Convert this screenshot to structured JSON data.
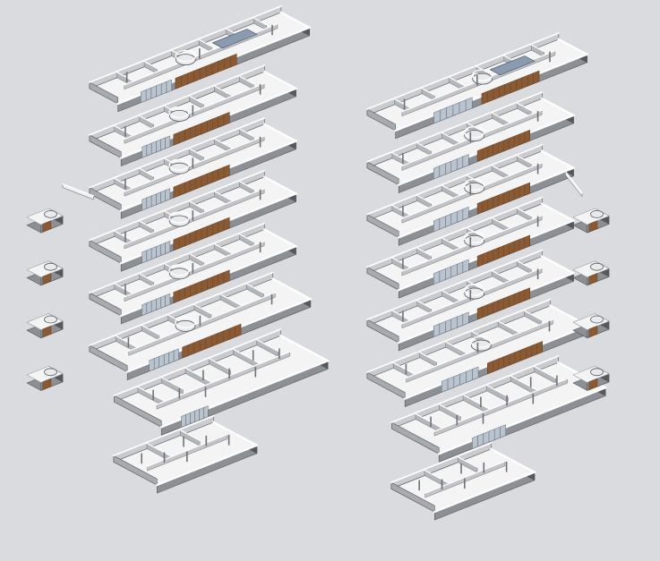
{
  "colors": {
    "background": "#d9dbde",
    "floor": "#f4f4f4",
    "wall_face": "#8c8f94",
    "wall_top": "#ffffff",
    "wall_dark": "#55585d",
    "timber": "#8a5a34",
    "glass": "#b9c4cf",
    "glass_dark": "#5f6b78",
    "column": "#6e7176"
  },
  "diagram": {
    "type": "exploded-axonometric-floor-plans",
    "stacks": [
      {
        "name": "stack-left",
        "levels": [
          {
            "level": 1,
            "kind": "roof-level",
            "bridge": false,
            "pavilion": false,
            "timber": true,
            "skylight": true
          },
          {
            "level": 2,
            "kind": "upper-floor",
            "bridge": false,
            "pavilion": false,
            "timber": true,
            "skylight": false
          },
          {
            "level": 3,
            "kind": "upper-floor",
            "bridge": true,
            "pavilion": true,
            "timber": true,
            "skylight": false
          },
          {
            "level": 4,
            "kind": "upper-floor",
            "bridge": false,
            "pavilion": true,
            "timber": true,
            "skylight": false
          },
          {
            "level": 5,
            "kind": "upper-floor",
            "bridge": false,
            "pavilion": true,
            "timber": true,
            "skylight": false
          },
          {
            "level": 6,
            "kind": "ground-floor",
            "bridge": false,
            "pavilion": true,
            "timber": true,
            "skylight": false
          },
          {
            "level": 7,
            "kind": "basement",
            "bridge": false,
            "pavilion": false,
            "timber": false,
            "skylight": false
          },
          {
            "level": 8,
            "kind": "lower-basement",
            "bridge": false,
            "pavilion": false,
            "timber": false,
            "skylight": false
          }
        ]
      },
      {
        "name": "stack-right",
        "levels": [
          {
            "level": 1,
            "kind": "roof-level",
            "bridge": false,
            "pavilion": false,
            "timber": true,
            "skylight": true
          },
          {
            "level": 2,
            "kind": "upper-floor",
            "bridge": false,
            "pavilion": false,
            "timber": true,
            "skylight": false
          },
          {
            "level": 3,
            "kind": "upper-floor",
            "bridge": true,
            "pavilion": true,
            "timber": true,
            "skylight": false
          },
          {
            "level": 4,
            "kind": "upper-floor",
            "bridge": false,
            "pavilion": true,
            "timber": true,
            "skylight": false
          },
          {
            "level": 5,
            "kind": "upper-floor",
            "bridge": false,
            "pavilion": true,
            "timber": true,
            "skylight": false
          },
          {
            "level": 6,
            "kind": "ground-floor",
            "bridge": false,
            "pavilion": true,
            "timber": true,
            "skylight": false
          },
          {
            "level": 7,
            "kind": "basement",
            "bridge": false,
            "pavilion": false,
            "timber": false,
            "skylight": false
          },
          {
            "level": 8,
            "kind": "lower-basement",
            "bridge": false,
            "pavilion": false,
            "timber": false,
            "skylight": false
          }
        ]
      }
    ]
  }
}
